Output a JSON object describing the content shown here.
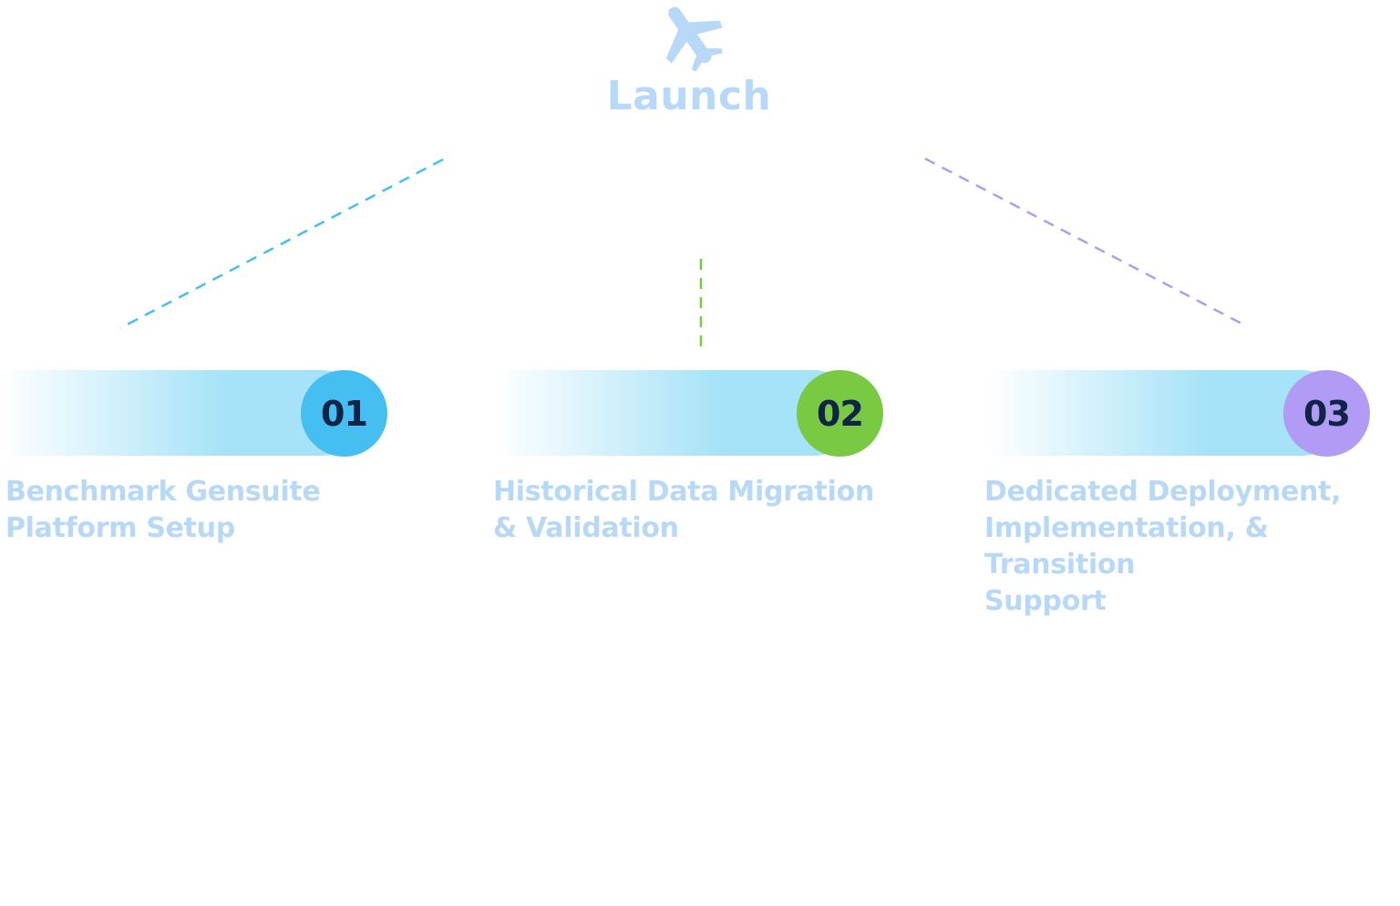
{
  "launch": {
    "icon": "airplane-icon",
    "title": "Launch"
  },
  "colors": {
    "label_text": "#b7d8f6",
    "plane": "#b7d8f6",
    "number_text": "#0f2446"
  },
  "steps": [
    {
      "number": "01",
      "label_line1": "Benchmark Gensuite",
      "label_line2": "Platform Setup",
      "label_line3": "",
      "badge_color": "#45bff2",
      "connector_color": "#45bff2"
    },
    {
      "number": "02",
      "label_line1": "Historical Data Migration",
      "label_line2": "& Validation",
      "label_line3": "",
      "badge_color": "#79c943",
      "connector_color": "#79c943"
    },
    {
      "number": "03",
      "label_line1": "Dedicated Deployment,",
      "label_line2": "Implementation, & Transition",
      "label_line3": "Support",
      "badge_color": "#b29bf5",
      "connector_color": "#b29bf5"
    }
  ]
}
